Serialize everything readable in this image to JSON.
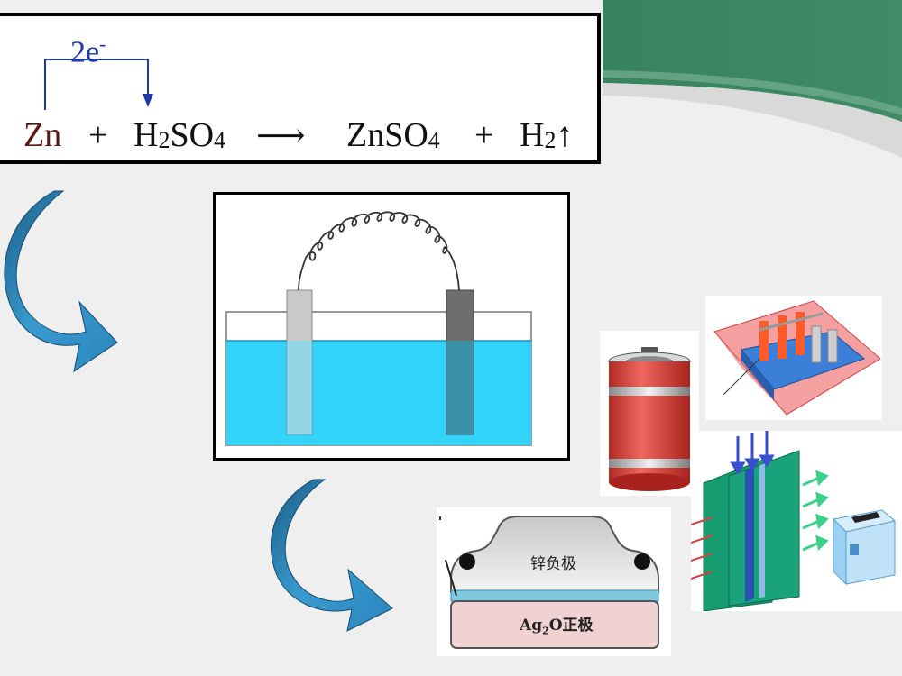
{
  "equation": {
    "electron_label": "2e",
    "electron_superscript": "-",
    "reactant1": "Zn",
    "plus1": "+",
    "reactant2_prefix": "H",
    "reactant2_sub1": "2",
    "reactant2_mid": "SO",
    "reactant2_sub2": "4",
    "arrow": "⟶",
    "product1_prefix": "ZnSO",
    "product1_sub": "4",
    "plus2": "+",
    "product2_prefix": "H",
    "product2_sub": "2",
    "gas_arrow": "↑"
  },
  "button_cell": {
    "negative_label": "锌负极",
    "positive_label_prefix": "Ag",
    "positive_label_sub": "2",
    "positive_label_suffix": "O正极"
  },
  "colors": {
    "header_green": "#2f7c58",
    "arrow_blue": "#2e7fb0",
    "electrolyte": "#33d4fb",
    "battery_red": "#e24a42",
    "fuel_cell_green": "#159a6f"
  }
}
